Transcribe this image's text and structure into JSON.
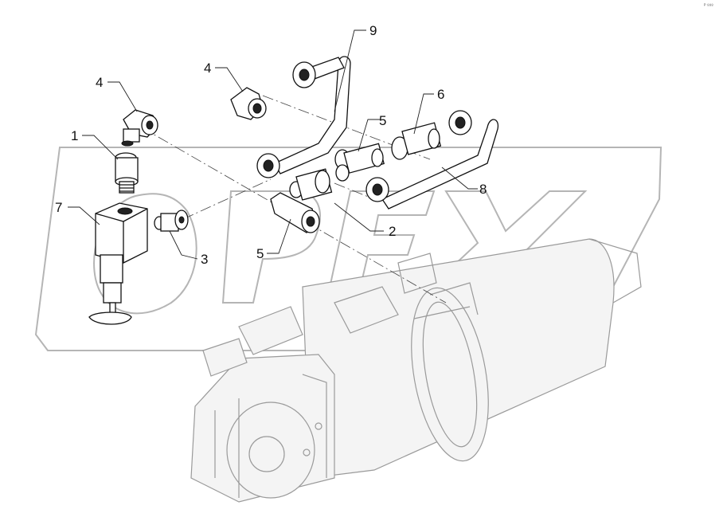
{
  "corner_mark": "ᴾ ⁸⁸⁸",
  "watermark": "OPEX",
  "callouts": [
    {
      "id": "c4a",
      "label": "4"
    },
    {
      "id": "c1",
      "label": "1"
    },
    {
      "id": "c7",
      "label": "7"
    },
    {
      "id": "c3",
      "label": "3"
    },
    {
      "id": "c4b",
      "label": "4"
    },
    {
      "id": "c9",
      "label": "9"
    },
    {
      "id": "c6",
      "label": "6"
    },
    {
      "id": "c5a",
      "label": "5"
    },
    {
      "id": "c8",
      "label": "8"
    },
    {
      "id": "c2",
      "label": "2"
    },
    {
      "id": "c5b",
      "label": "5"
    }
  ]
}
